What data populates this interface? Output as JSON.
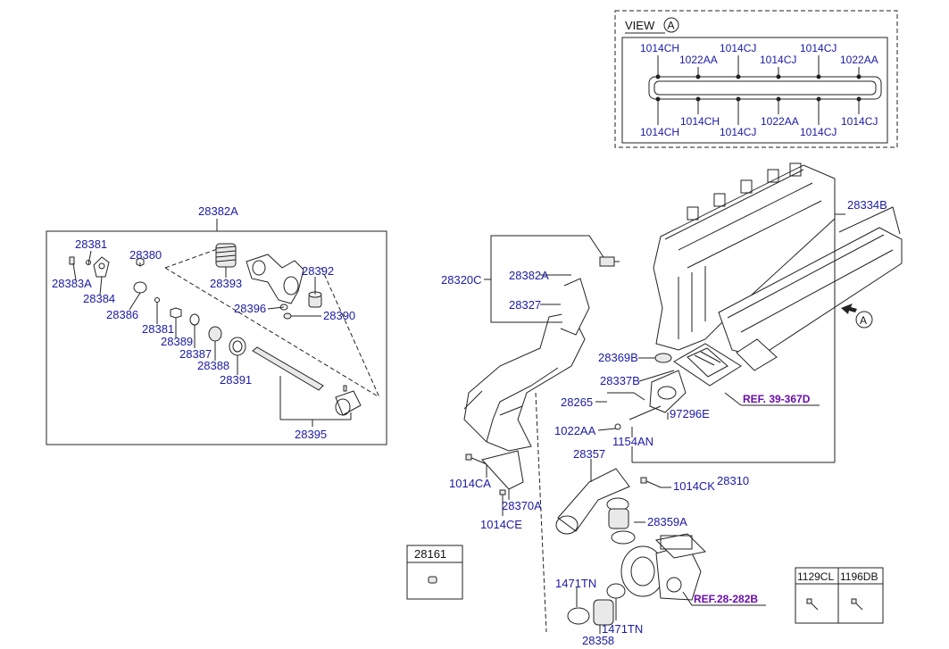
{
  "view": {
    "title": "VIEW",
    "marker": "A",
    "labels_top": [
      "1014CH",
      "1022AA",
      "1014CJ",
      "1014CJ",
      "1014CJ",
      "1022AA"
    ],
    "labels_bottom": [
      "1014CH",
      "1014CH",
      "1014CJ",
      "1022AA",
      "1014CJ",
      "1014CJ"
    ]
  },
  "box_28382A": {
    "title": "28382A",
    "parts": [
      "28381",
      "28383A",
      "28384",
      "28380",
      "28386",
      "28393",
      "28392",
      "28396",
      "28390",
      "28381",
      "28389",
      "28387",
      "28388",
      "28391",
      "28395"
    ]
  },
  "main": {
    "labels": {
      "p28334B": "28334B",
      "p28320C": "28320C",
      "p28382A": "28382A",
      "p28327": "28327",
      "p28369B": "28369B",
      "p28337B": "28337B",
      "p28265": "28265",
      "p97296E": "97296E",
      "p1022AA": "1022AA",
      "p1154AN": "1154AN",
      "p28357": "28357",
      "p1014CA": "1014CA",
      "p28370A": "28370A",
      "p1014CE": "1014CE",
      "p1014CK": "1014CK",
      "p28310": "28310",
      "p28359A": "28359A",
      "p1471TN_a": "1471TN",
      "p1471TN_b": "1471TN",
      "p28358": "28358"
    },
    "view_marker": "A",
    "ref1": "REF. 39-367D",
    "ref2": "REF.28-282B"
  },
  "box_28161": {
    "title": "28161"
  },
  "box_small": {
    "col1": "1129CL",
    "col2": "1196DB"
  },
  "colors": {
    "label": "#1a1aa6",
    "ref": "#6a0dad",
    "line": "#222222"
  }
}
